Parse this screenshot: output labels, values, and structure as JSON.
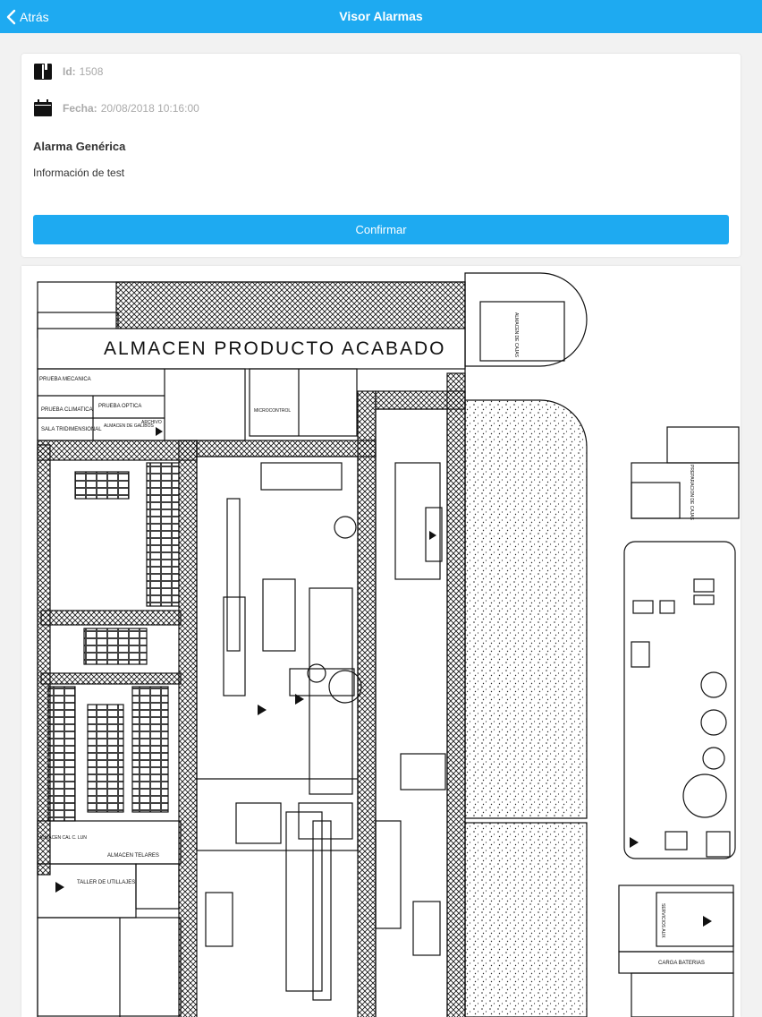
{
  "navbar": {
    "back_label": "Atrás",
    "title": "Visor Alarmas",
    "background": "#1eaaf1"
  },
  "alarm": {
    "id_key": "Id:",
    "id_value": "1508",
    "date_key": "Fecha:",
    "date_value": "20/08/2018 10:16:00",
    "title": "Alarma Genérica",
    "info": "Información de test",
    "confirm_label": "Confirmar"
  },
  "map": {
    "icons": [
      "floor-plan"
    ],
    "labels": {
      "main": "ALMACEN PRODUCTO ACABADO",
      "prueba_mecanica": "PRUEBA MECANICA",
      "prueba_climatica": "PRUEBA CLIMATICA",
      "prueba_optica": "PRUEBA OPTICA",
      "sala_tridimensional": "SALA TRIDIMENSIONAL",
      "almacen_galibos": "ALMACEN DE GALIBOS",
      "archivo": "ARCHIVO",
      "microcontrol": "MICROCONTROL",
      "almacen_telares": "ALMACEN TELARES",
      "taller_utillajes": "TALLER DE UTILLAJES",
      "carga_baterias": "CARGA BATERIAS",
      "servicios_aux": "SERVICIOS AUX",
      "preparacion": "PREPARACION DE CAJAS",
      "almacen_cajas": "ALMACEN DE CAJAS",
      "almacen_c": "ALMACEN CAL C. LUN"
    }
  }
}
